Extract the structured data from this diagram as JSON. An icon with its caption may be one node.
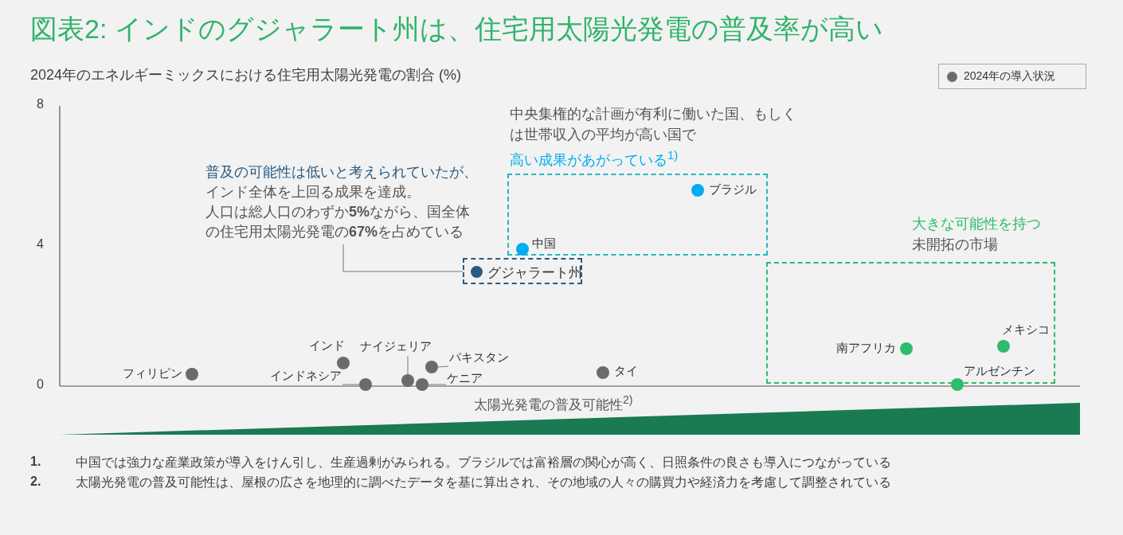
{
  "diagram": {
    "title": "図表2: インドのグジャラート州は、住宅用太陽光発電の普及率が高い",
    "nodes": [
      {
        "text": [
          "普及の可能性は低いと考えられていたが、",
          "インド全体を上回る成果を達成。",
          "人口は総人口のわずか**5%**ながら、国全体の住宅用太陽光発電の**67%**を占めている"
        ]
      },
      {
        "text": [
          "グジャラート州"
        ]
      },
      {
        "text": [
          "中央集権的な計画が有利に働いた国、もしくは世帯収入の平均が高い国で",
          "高い成果があがっている$^{1)}$"
        ]
      },
      {
        "text": [
          "大きな可能性を持つ",
          "未開拓の市場"
        ]
      },
      {
        "text": [
          "ナイジェリア"
        ]
      },
      {
        "text": [
          "パキスタン"
        ]
      },
      {
        "text": [
          "インドネシア"
        ]
      },
      {
        "text": [
          "ケニア"
        ]
      },
      {
        "text": [],
        "shape": "circle",
        "beside": [
          "フィリピン"
        ]
      },
      {
        "text": [],
        "shape": "circle",
        "beside": [
          "インド"
        ]
      },
      {
        "text": [],
        "shape": "circle"
      },
      {
        "text": [],
        "shape": "circle"
      },
      {
        "text": [],
        "shape": "circle"
      },
      {
        "text": [],
        "shape": "circle"
      },
      {
        "text": [],
        "shape": "circle",
        "in": 2,
        "beside": [
          "中国"
        ]
      },
      {
        "text": [],
        "shape": "circle",
        "beside": [
          "タイ"
        ]
      },
      {
        "text": [],
        "shape": "circle",
        "in": 2,
        "beside": [
          "ブラジル"
        ]
      },
      {
        "text": [],
        "shape": "circle",
        "in": 3,
        "beside": [
          "南アフリカ"
        ]
      },
      {
        "text": [],
        "shape": "circle",
        "in": 3,
        "beside": [
          "アルゼンチン"
        ]
      },
      {
        "text": [],
        "shape": "circle",
        "in": 3,
        "beside": [
          "メキシコ"
        ]
      }
    ],
    "edges": [
      {
        "from": 0,
        "to": 1,
        "arrow": "none"
      },
      {
        "from": 4,
        "to": 11,
        "arrow": "none"
      },
      {
        "from": 5,
        "to": 13,
        "arrow": "none"
      },
      {
        "from": 6,
        "to": 10,
        "arrow": "none"
      },
      {
        "from": 7,
        "to": 12,
        "arrow": "none"
      }
    ],
    "labels": [
      "2024年のエネルギーミックスにおける住宅用太陽光発電の割合 (%)",
      "8",
      "4",
      "0",
      "太陽光発電の普及可能性$^{2)}$",
      "1.",
      "中国では強力な産業政策が導入をけん引し、生産過剰がみられる。ブラジルでは富裕層の関心が高く、日照条件の良さも導入につながっている",
      "2.",
      "太陽光発電の普及可能性は、屋根の広さを地理的に調べたデータを基に算出され、その地域の人々の購買力や経済力を考慮して調整されている"
    ],
    "legend": [
      {
        "text": "2024年の導入状況"
      }
    ]
  }
}
